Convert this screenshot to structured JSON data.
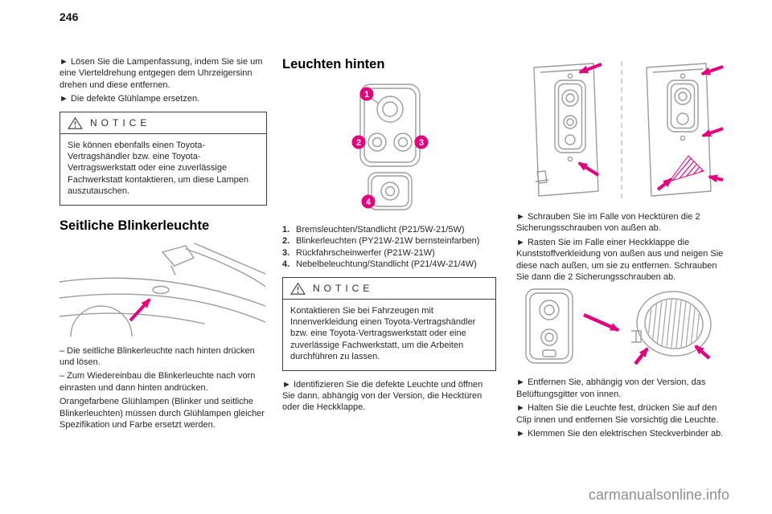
{
  "page": {
    "number": "246",
    "watermark": "carmanualsonline.info"
  },
  "colors": {
    "accent_magenta": "#E5007D",
    "illustration_gray": "#9c9c9c",
    "text": "#262626",
    "watermark_gray": "#8f8f8f"
  },
  "icons": {
    "warning_triangle": "⚠",
    "pointer_bullet": "►"
  },
  "col1": {
    "para1": "►  Lösen Sie die Lampenfassung, indem Sie sie um eine Vierteldrehung entgegen dem Uhrzeigersinn drehen und diese entfernen.",
    "para2": "►  Die defekte Glühlampe ersetzen.",
    "notice": {
      "title": "NOTICE",
      "body": "Sie können ebenfalls einen Toyota-Vertragshändler bzw. eine Toyota-Vertragswerkstatt oder eine zuverlässige Fachwerkstatt kontaktieren, um diese Lampen auszutauschen."
    },
    "heading": "Seitliche Blinkerleuchte",
    "para3": "–  Die seitliche Blinkerleuchte nach hinten drücken und lösen.",
    "para4": "–  Zum Wiedereinbau die Blinkerleuchte nach vorn einrasten und dann hinten andrücken.",
    "para5": "Orangefarbene Glühlampen (Blinker und seitliche Blinkerleuchten) müssen durch Glühlampen gleicher Spezifikation und Farbe ersetzt werden."
  },
  "col2": {
    "heading": "Leuchten hinten",
    "callouts": [
      "1",
      "2",
      "3",
      "4"
    ],
    "list": [
      {
        "num": "1.",
        "text": "Bremsleuchten/Standlicht (P21/5W-21/5W)"
      },
      {
        "num": "2.",
        "text": "Blinkerleuchten (PY21W-21W bernsteinfarben)"
      },
      {
        "num": "3.",
        "text": "Rückfahrscheinwerfer (P21W-21W)"
      },
      {
        "num": "4.",
        "text": "Nebelbeleuchtung/Standlicht (P21/4W-21/4W)"
      }
    ],
    "notice": {
      "title": "NOTICE",
      "body": "Kontaktieren Sie bei Fahrzeugen mit Innenverkleidung einen Toyota-Vertragshändler bzw. eine Toyota-Vertragswerkstatt oder eine zuverlässige Fachwerkstatt, um die Arbeiten durchführen zu lassen."
    },
    "para1": "►  Identifizieren Sie die defekte Leuchte und öffnen Sie dann, abhängig von der Version, die Hecktüren oder die Heckklappe."
  },
  "col3": {
    "para1": "►  Schrauben Sie im Falle von Hecktüren die 2 Sicherungsschrauben von außen ab.",
    "para2": "►  Rasten Sie im Falle einer Heckklappe die Kunststoffverkleidung von außen aus und neigen Sie diese nach außen, um sie zu entfernen. Schrauben Sie dann die 2 Sicherungsschrauben ab.",
    "para3": "►  Entfernen Sie, abhängig von der Version, das Belüftungsgitter von innen.",
    "para4": "►  Halten Sie die Leuchte fest, drücken Sie auf den Clip innen und entfernen Sie vorsichtig die Leuchte.",
    "para5": "►  Klemmen Sie den elektrischen Steckverbinder ab."
  }
}
